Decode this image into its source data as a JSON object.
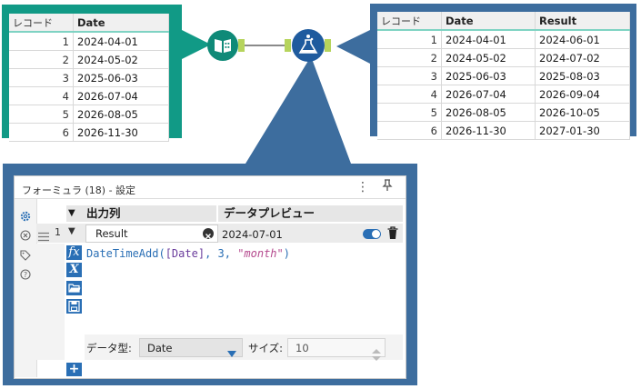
{
  "input_table": {
    "headers": [
      "レコード",
      "Date"
    ],
    "rows": [
      [
        "1",
        "2024-04-01"
      ],
      [
        "2",
        "2024-05-02"
      ],
      [
        "3",
        "2025-06-03"
      ],
      [
        "4",
        "2026-07-04"
      ],
      [
        "5",
        "2026-08-05"
      ],
      [
        "6",
        "2026-11-30"
      ]
    ]
  },
  "output_table": {
    "headers": [
      "レコード",
      "Date",
      "Result"
    ],
    "rows": [
      [
        "1",
        "2024-04-01",
        "2024-06-01"
      ],
      [
        "2",
        "2024-05-02",
        "2024-07-02"
      ],
      [
        "3",
        "2025-06-03",
        "2025-08-03"
      ],
      [
        "4",
        "2026-07-04",
        "2026-09-04"
      ],
      [
        "5",
        "2026-08-05",
        "2026-10-05"
      ],
      [
        "6",
        "2026-11-30",
        "2027-01-30"
      ]
    ]
  },
  "colors": {
    "teal_callout": "#119a86",
    "blue_callout": "#3d6d9e",
    "input_tool": "#0f8a78",
    "formula_tool": "#1f5b9e",
    "anchor": "#b6d45c"
  },
  "formula_panel": {
    "title": "フォーミュラ (18) - 設定",
    "menu_icon": "⋮",
    "pin_icon": "pin-icon",
    "header_output": "出力列",
    "header_preview": "データプレビュー",
    "row_number": "1",
    "output_field": "Result",
    "preview_value": "2024-07-01",
    "expression": {
      "func": "DateTimeAdd(",
      "field": "[Date]",
      "mid": ", 3, ",
      "str": "\"month\"",
      "end": ")"
    },
    "datatype_label": "データ型:",
    "datatype_value": "Date",
    "size_label": "サイズ:",
    "size_value": "10",
    "add_button": "+"
  }
}
